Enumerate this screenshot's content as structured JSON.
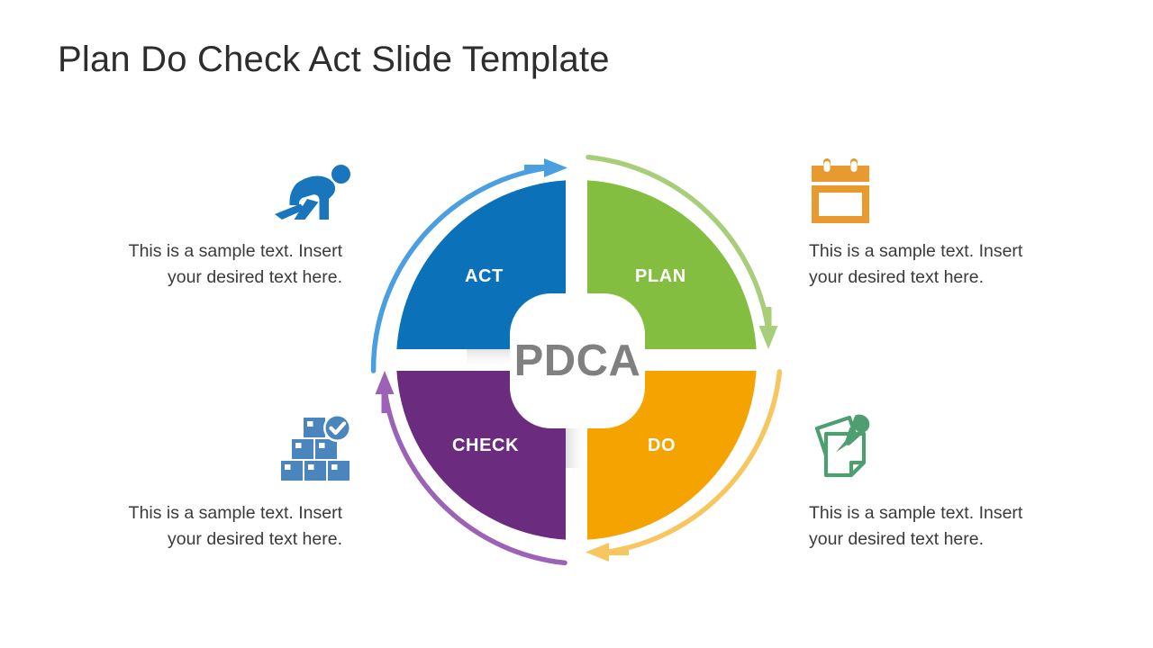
{
  "slide": {
    "title": "Plan Do Check Act Slide Template",
    "background_color": "#FFFFFF",
    "title_color": "#2D2D2D"
  },
  "wheel": {
    "center_label": "PDCA",
    "center_label_color": "#808080",
    "center_background": "#FFFFFF",
    "quadrants": [
      {
        "key": "act",
        "label": "ACT",
        "position": "top-left",
        "fill_color": "#0B72B9",
        "arc_color": "#4A9FE0",
        "label_color": "#FFFFFF",
        "arrow_direction": "right",
        "arrow_position": "top"
      },
      {
        "key": "plan",
        "label": "PLAN",
        "position": "top-right",
        "fill_color": "#84BE41",
        "arc_color": "#A8CE7A",
        "label_color": "#FFFFFF",
        "arrow_direction": "down",
        "arrow_position": "right"
      },
      {
        "key": "do",
        "label": "DO",
        "position": "bottom-right",
        "fill_color": "#F5A300",
        "arc_color": "#F7C65E",
        "label_color": "#FFFFFF",
        "arrow_direction": "left",
        "arrow_position": "bottom"
      },
      {
        "key": "check",
        "label": "CHECK",
        "position": "bottom-left",
        "fill_color": "#6B2C7F",
        "arc_color": "#9B62B8",
        "label_color": "#FFFFFF",
        "arrow_direction": "up",
        "arrow_position": "left"
      }
    ]
  },
  "callouts": {
    "top_left": {
      "icon": "crouching-runner-icon",
      "icon_color": "#1976BC",
      "text": "This is a sample text. Insert your desired text here.",
      "align": "right",
      "linked_quadrant": "ACT"
    },
    "bottom_left": {
      "icon": "stacked-boxes-check-icon",
      "icon_color": "#4A85BE",
      "text": "This is a sample text. Insert your desired text here.",
      "align": "right",
      "linked_quadrant": "CHECK"
    },
    "top_right": {
      "icon": "calendar-icon",
      "icon_color": "#E89A2E",
      "text": "This is a sample text. Insert your desired text here.",
      "align": "left",
      "linked_quadrant": "PLAN"
    },
    "bottom_right": {
      "icon": "sticky-notes-pin-icon",
      "icon_color": "#4E9E72",
      "text": "This is a sample text. Insert your desired text here.",
      "align": "left",
      "linked_quadrant": "DO"
    }
  }
}
